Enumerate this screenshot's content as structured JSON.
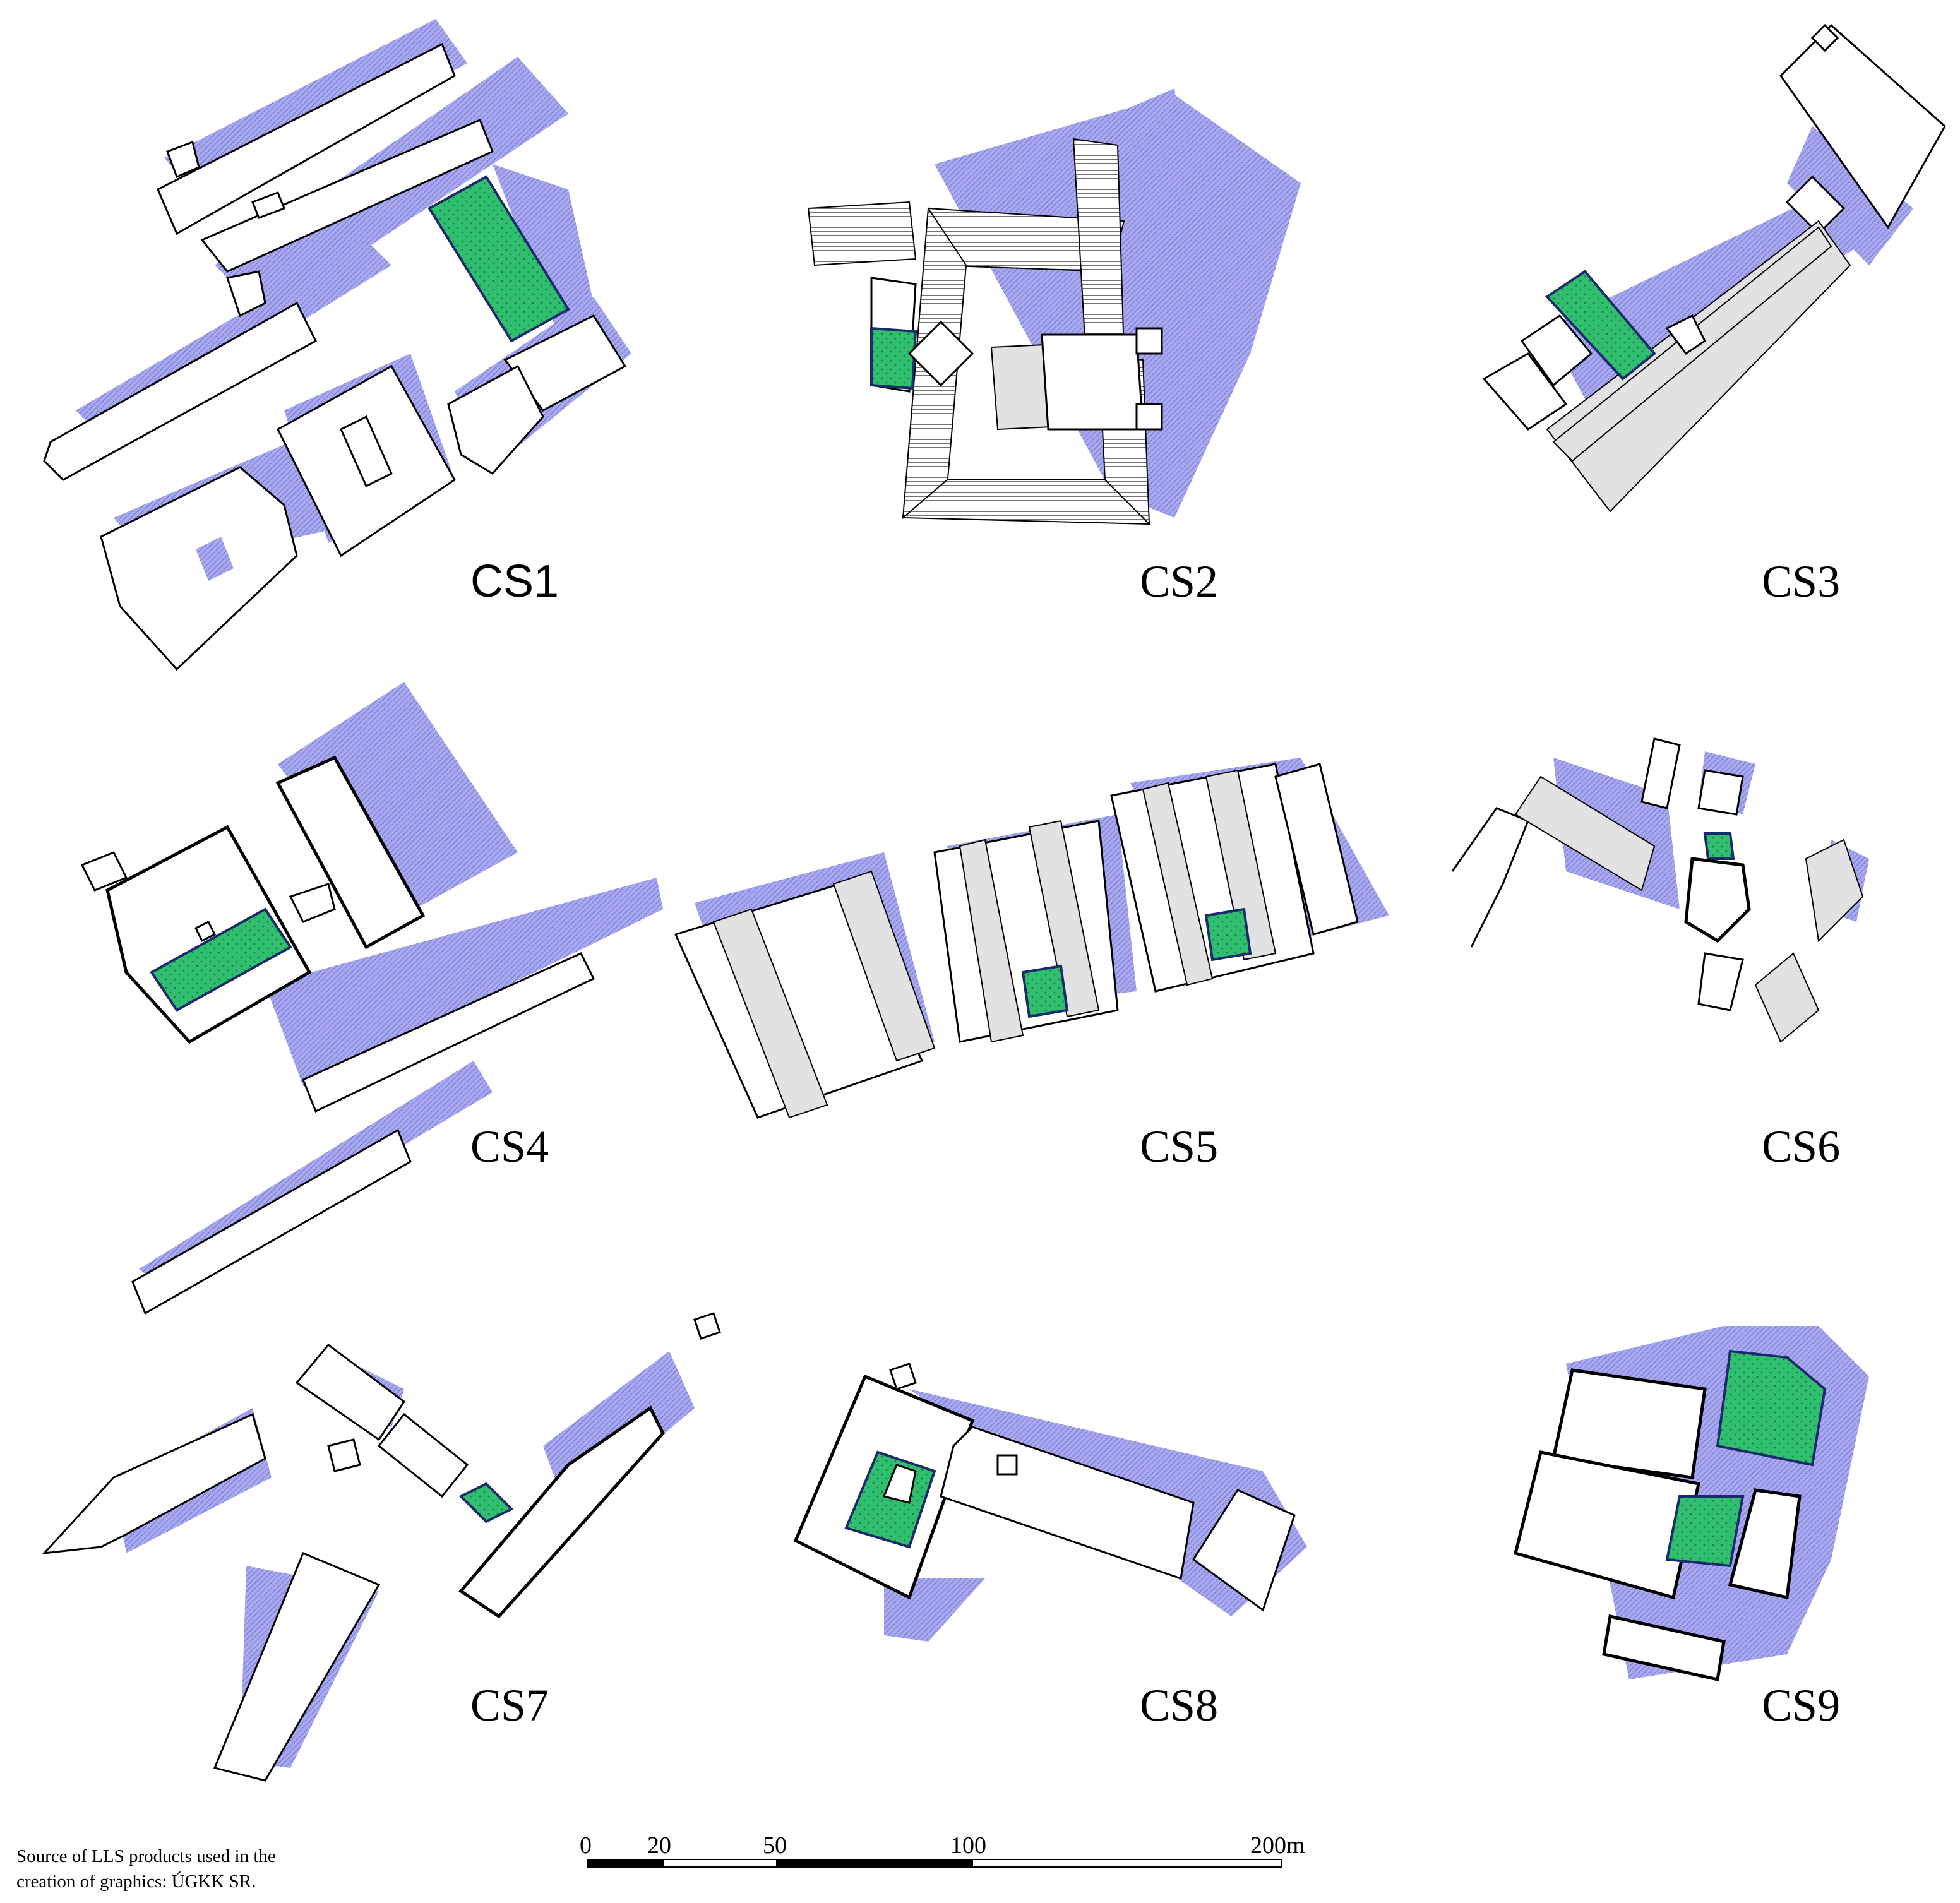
{
  "figure": {
    "panels": [
      {
        "id": "cs1",
        "label": "CS1"
      },
      {
        "id": "cs2",
        "label": "CS2"
      },
      {
        "id": "cs3",
        "label": "CS3"
      },
      {
        "id": "cs4",
        "label": "CS4"
      },
      {
        "id": "cs5",
        "label": "CS5"
      },
      {
        "id": "cs6",
        "label": "CS6"
      },
      {
        "id": "cs7",
        "label": "CS7"
      },
      {
        "id": "cs8",
        "label": "CS8"
      },
      {
        "id": "cs9",
        "label": "CS9"
      }
    ],
    "colors": {
      "shadow": "#8c8ce6",
      "courtyard": "#2fbf6f",
      "outline": "#000000"
    }
  },
  "scale_bar": {
    "ticks": [
      "0",
      "20",
      "50",
      "100",
      "200m"
    ]
  },
  "source_note": {
    "line1": "Source of LLS products used in the",
    "line2": "creation of graphics: ÚGKK SR."
  }
}
